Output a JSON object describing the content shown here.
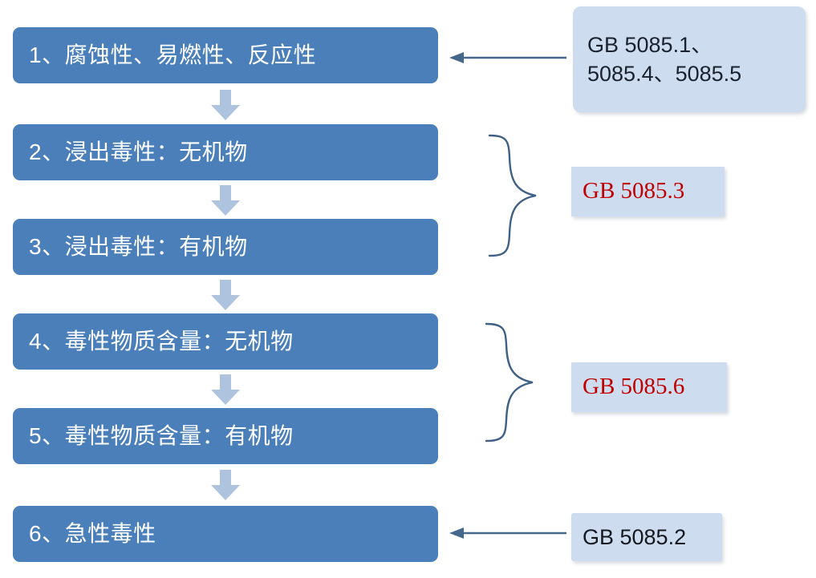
{
  "flow": {
    "steps": [
      {
        "id": "step-1",
        "label": "1、腐蚀性、易燃性、反应性"
      },
      {
        "id": "step-2",
        "label": "2、浸出毒性：无机物"
      },
      {
        "id": "step-3",
        "label": "3、浸出毒性：有机物"
      },
      {
        "id": "step-4",
        "label": "4、毒性物质含量：无机物"
      },
      {
        "id": "step-5",
        "label": "5、毒性物质含量：有机物"
      },
      {
        "id": "step-6",
        "label": "6、急性毒性"
      }
    ]
  },
  "notes": {
    "top": {
      "line1": "GB 5085.1、",
      "line2": "5085.4、5085.5",
      "color": "#19222e"
    },
    "leaching": {
      "label": "GB 5085.3",
      "color": "#c00000"
    },
    "content": {
      "label": "GB 5085.6",
      "color": "#c00000"
    },
    "acute": {
      "label": "GB 5085.2",
      "color": "#15191f"
    }
  },
  "theme": {
    "box_fill": "#4a7fba",
    "box_text": "#ffffff",
    "note_fill": "#cddcef",
    "arrow_fill": "#aec3de",
    "connector_stroke": "#46688c",
    "brace_stroke": "#3f6185"
  },
  "icons": {
    "down_arrow": "down-block-arrow",
    "left_arrow": "left-line-arrow",
    "brace": "right-curly-brace"
  }
}
